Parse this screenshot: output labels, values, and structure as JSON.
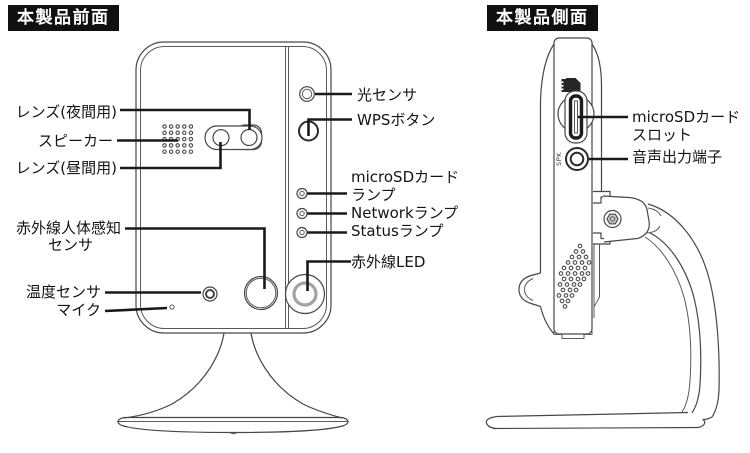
{
  "front": {
    "title": "本製品前面",
    "labels": {
      "lens_night": "レンズ(夜間用)",
      "speaker": "スピーカー",
      "lens_day": "レンズ(昼間用)",
      "pir_line1": "赤外線人体感知",
      "pir_line2": "センサ",
      "temp": "温度センサ",
      "mic": "マイク",
      "light": "光センサ",
      "wps": "WPSボタン",
      "sd_lamp_line1": "microSDカード",
      "sd_lamp_line2": "ランプ",
      "network": "Networkランプ",
      "status": "Statusランプ",
      "ir_led": "赤外線LED"
    }
  },
  "side": {
    "title": "本製品側面",
    "labels": {
      "sd_slot_line1": "microSDカード",
      "sd_slot_line2": "スロット",
      "audio": "音声出力端子",
      "spk_marking": "SPK"
    }
  },
  "colors": {
    "title_bg": "#101010",
    "title_fg": "#ffffff",
    "leader_line": "#1a1a1a",
    "outline": "#474747",
    "ir_led_ring": "#a3a3a3",
    "screw_fill": "#c6c6c6"
  }
}
